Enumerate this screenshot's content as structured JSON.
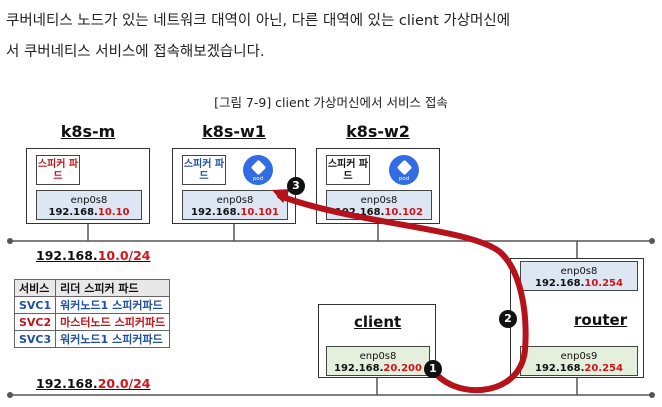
{
  "paragraph": {
    "line1": "쿠버네티스 노드가 있는 네트워크 대역이 아닌, 다른 대역에 있는 client 가상머신에",
    "line2": "서 쿠버네티스 서비스에 접속해보겠습니다."
  },
  "caption": "[그림 7-9] client 가상머신에서 서비스 접속",
  "nodes": [
    {
      "title": "k8s-m",
      "pod_label": "스피커 파드",
      "nic_name": "enp0s8",
      "ip_prefix": "192.168.",
      "ip_highlight": "10.10"
    },
    {
      "title": "k8s-w1",
      "pod_label": "스피커 파드",
      "nic_name": "enp0s8",
      "ip_prefix": "192.168.",
      "ip_highlight": "10.101",
      "pod_icon_text": "pod"
    },
    {
      "title": "k8s-w2",
      "pod_label": "스피커 파드",
      "nic_name": "enp0s8",
      "ip_prefix": "192.168.",
      "ip_highlight": "10.102",
      "pod_icon_text": "pod"
    }
  ],
  "networks": {
    "top": {
      "prefix": "192.168.",
      "highlight": "10.0/24"
    },
    "bottom": {
      "prefix": "192.168.",
      "highlight": "20.0/24"
    }
  },
  "router": {
    "title": "router",
    "nic_top": {
      "name": "enp0s8",
      "ip_prefix": "192.168.",
      "ip_highlight": "10.254"
    },
    "nic_bottom": {
      "name": "enp0s9",
      "ip_prefix": "192.168.",
      "ip_highlight": "20.254"
    }
  },
  "client": {
    "title": "client",
    "nic": {
      "name": "enp0s8",
      "ip_prefix": "192.168.",
      "ip_highlight": "20.200"
    }
  },
  "service_table": {
    "headers": [
      "서비스",
      "리더 스피커 파드"
    ],
    "rows": [
      {
        "svc": "SVC1",
        "leader": "워커노드1 스피커파드",
        "color": "#1f4fa0"
      },
      {
        "svc": "SVC2",
        "leader": "마스터노드 스피커파드",
        "color": "#c0141b"
      },
      {
        "svc": "SVC3",
        "leader": "워커노드1 스피커파드",
        "color": "#1f4fa0"
      }
    ]
  },
  "steps": [
    "1",
    "2",
    "3"
  ],
  "colors": {
    "path": "#b5121b",
    "highlight": "#d0141b",
    "pod_icon": "#326ce5"
  }
}
